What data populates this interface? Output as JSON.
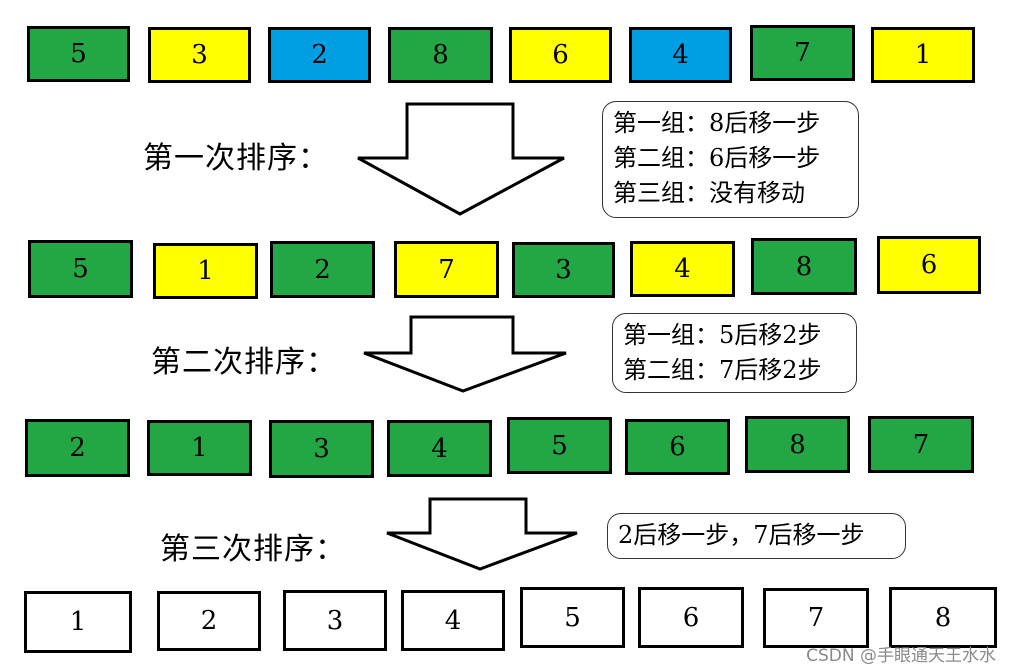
{
  "colors": {
    "green": "#22a744",
    "yellow": "#ffff00",
    "blue": "#009fe3",
    "white": "#ffffff"
  },
  "rows": [
    {
      "cells": [
        {
          "value": "5",
          "color": "green"
        },
        {
          "value": "3",
          "color": "yellow"
        },
        {
          "value": "2",
          "color": "blue"
        },
        {
          "value": "8",
          "color": "green"
        },
        {
          "value": "6",
          "color": "yellow"
        },
        {
          "value": "4",
          "color": "blue"
        },
        {
          "value": "7",
          "color": "green"
        },
        {
          "value": "1",
          "color": "yellow"
        }
      ]
    },
    {
      "cells": [
        {
          "value": "5",
          "color": "green"
        },
        {
          "value": "1",
          "color": "yellow"
        },
        {
          "value": "2",
          "color": "green"
        },
        {
          "value": "7",
          "color": "yellow"
        },
        {
          "value": "3",
          "color": "green"
        },
        {
          "value": "4",
          "color": "yellow"
        },
        {
          "value": "8",
          "color": "green"
        },
        {
          "value": "6",
          "color": "yellow"
        }
      ]
    },
    {
      "cells": [
        {
          "value": "2",
          "color": "green"
        },
        {
          "value": "1",
          "color": "green"
        },
        {
          "value": "3",
          "color": "green"
        },
        {
          "value": "4",
          "color": "green"
        },
        {
          "value": "5",
          "color": "green"
        },
        {
          "value": "6",
          "color": "green"
        },
        {
          "value": "8",
          "color": "green"
        },
        {
          "value": "7",
          "color": "green"
        }
      ]
    },
    {
      "cells": [
        {
          "value": "1",
          "color": "white"
        },
        {
          "value": "2",
          "color": "white"
        },
        {
          "value": "3",
          "color": "white"
        },
        {
          "value": "4",
          "color": "white"
        },
        {
          "value": "5",
          "color": "white"
        },
        {
          "value": "6",
          "color": "white"
        },
        {
          "value": "7",
          "color": "white"
        },
        {
          "value": "8",
          "color": "white"
        }
      ]
    }
  ],
  "passes": [
    {
      "label": "第一次排序：",
      "notes": [
        "第一组：8后移一步",
        "第二组：6后移一步",
        "第三组：没有移动"
      ]
    },
    {
      "label": "第二次排序：",
      "notes": [
        "第一组：5后移2步",
        "第二组：7后移2步"
      ]
    },
    {
      "label": "第三次排序：",
      "notes": [
        "2后移一步，7后移一步"
      ]
    }
  ],
  "watermark": "CSDN @手眼通天王水水"
}
